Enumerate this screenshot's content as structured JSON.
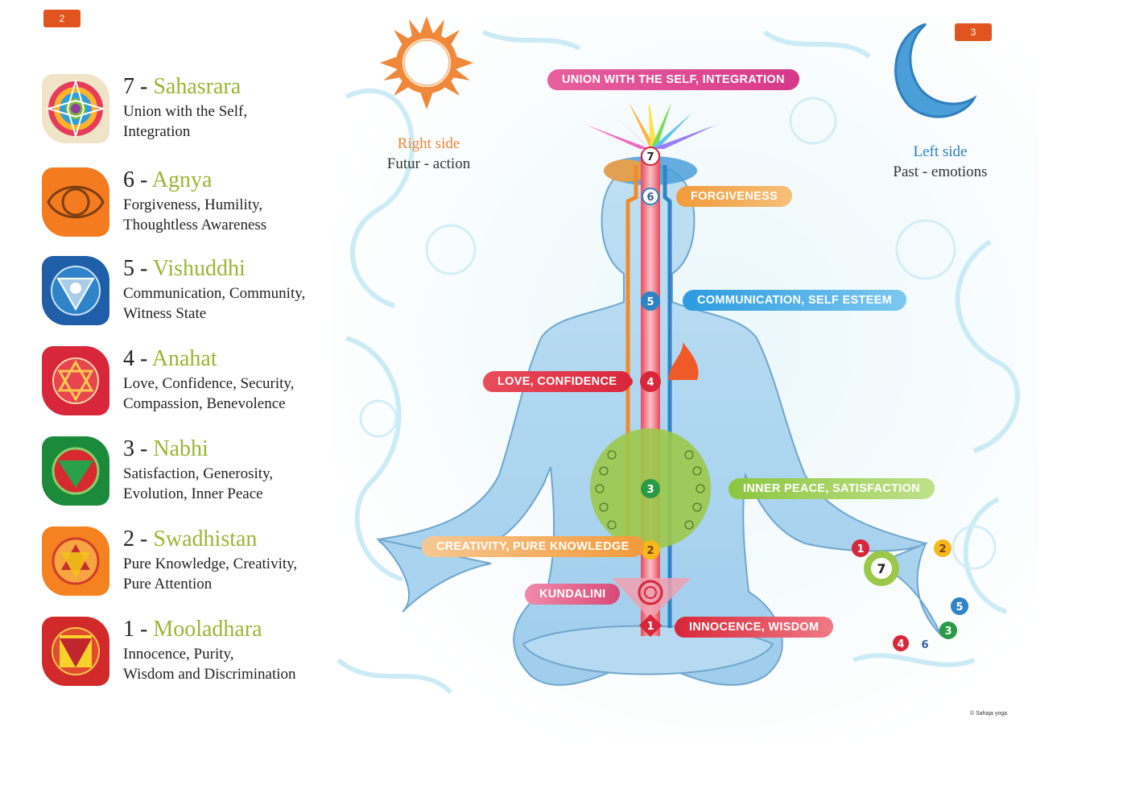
{
  "pages": {
    "left": "2",
    "right": "3"
  },
  "chakras": [
    {
      "number": "7",
      "name": "Sahasrara",
      "lines": [
        "Union with the Self,",
        "Integration"
      ]
    },
    {
      "number": "6",
      "name": "Agnya",
      "lines": [
        "Forgiveness, Humility,",
        "Thoughtless Awareness"
      ]
    },
    {
      "number": "5",
      "name": "Vishuddhi",
      "lines": [
        "Communication, Community,",
        "Witness State"
      ]
    },
    {
      "number": "4",
      "name": "Anahat",
      "lines": [
        "Love, Confidence, Security,",
        "Compassion, Benevolence"
      ]
    },
    {
      "number": "3",
      "name": "Nabhi",
      "lines": [
        "Satisfaction, Generosity,",
        "Evolution, Inner Peace"
      ]
    },
    {
      "number": "2",
      "name": "Swadhistan",
      "lines": [
        "Pure Knowledge, Creativity,",
        "Pure Attention"
      ]
    },
    {
      "number": "1",
      "name": "Mooladhara",
      "lines": [
        "Innocence, Purity,",
        "Wisdom and Discrimination"
      ]
    }
  ],
  "separator": " - ",
  "right_side": {
    "title": "Right side",
    "subtitle": "Futur - action"
  },
  "left_side": {
    "title": "Left side",
    "subtitle": "Past - emotions"
  },
  "banners": {
    "union": "UNION WITH THE SELF, INTEGRATION",
    "forgiveness": "FORGIVENESS",
    "communication": "COMMUNICATION, SELF ESTEEM",
    "love": "LOVE, CONFIDENCE",
    "inner_peace": "INNER PEACE, SATISFACTION",
    "creativity": "CREATIVITY, PURE KNOWLEDGE",
    "kundalini": "KUNDALINI",
    "innocence": "INNOCENCE, WISDOM"
  },
  "body_markers": [
    "7",
    "6",
    "5",
    "4",
    "3",
    "2",
    "1"
  ],
  "hand_markers": [
    "1",
    "2",
    "7",
    "5",
    "3",
    "4",
    "6"
  ],
  "colors": {
    "accent_green": "#9bb534",
    "right_orange": "#e8853a",
    "left_blue": "#2a7fbf",
    "body": "#a9d3ee",
    "central_red": "#d9263a"
  },
  "copyright": "© Sahaja yoga"
}
